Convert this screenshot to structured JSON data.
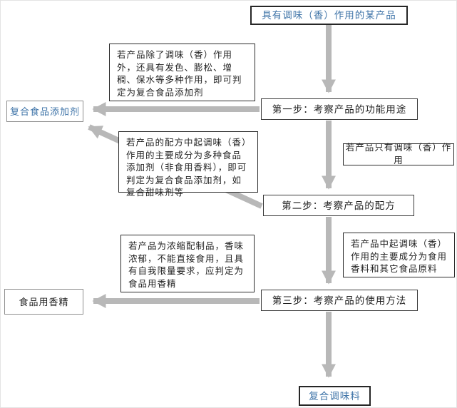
{
  "diagram": {
    "description": "Flowchart for judging whether a flavouring product is a compound food additive, food flavouring essence, or compound seasoning",
    "nodes": {
      "top_product": {
        "label": "具有调味（香）作用的某产品"
      },
      "step1": {
        "label": "第一步：考察产品的功能用途"
      },
      "step2": {
        "label": "第二步：考察产品的配方"
      },
      "step3": {
        "label": "第三步：考察产品的使用方法"
      },
      "result_additive": {
        "label": "复合食品添加剂"
      },
      "result_flavor": {
        "label": "食品用香精"
      },
      "result_seasoning": {
        "label": "复合调味料"
      },
      "note_multi_function": {
        "label": "若产品除了调味（香）作用外，还具有发色、膨松、增稠、保水等多种作用，即可判定为复合食品添加剂"
      },
      "note_formula_additives": {
        "label": "若产品的配方中起调味（香）作用的主要成分为多种食品添加剂（非食用香料），即可判定为复合食品添加剂，如复合甜味剂等"
      },
      "note_only_flavor": {
        "label": "若产品只有调味（香）作用"
      },
      "note_concentrate": {
        "label": "若产品为浓缩配制品，香味浓郁，不能直接食用，且具有自我限量要求，应判定为食品用香精"
      },
      "note_flavor_ingredients": {
        "label": "若产品中起调味（香）作用的主要成分为食用香料和其它食品原料"
      }
    },
    "edges": [
      {
        "from": "top_product",
        "to": "step1"
      },
      {
        "from": "step1",
        "to": "result_additive",
        "note": "note_multi_function"
      },
      {
        "from": "step1",
        "to": "step2",
        "note": "note_only_flavor"
      },
      {
        "from": "step2",
        "to": "result_additive",
        "note": "note_formula_additives"
      },
      {
        "from": "step2",
        "to": "step3",
        "note": "note_flavor_ingredients"
      },
      {
        "from": "step3",
        "to": "result_flavor",
        "note": "note_concentrate"
      },
      {
        "from": "step3",
        "to": "result_seasoning"
      }
    ],
    "colors": {
      "accent_blue": "#3f74a8",
      "arrow_gray": "#b8b8b8",
      "border_dark": "#2c2c2c",
      "border_gray": "#8f8f8f"
    }
  }
}
